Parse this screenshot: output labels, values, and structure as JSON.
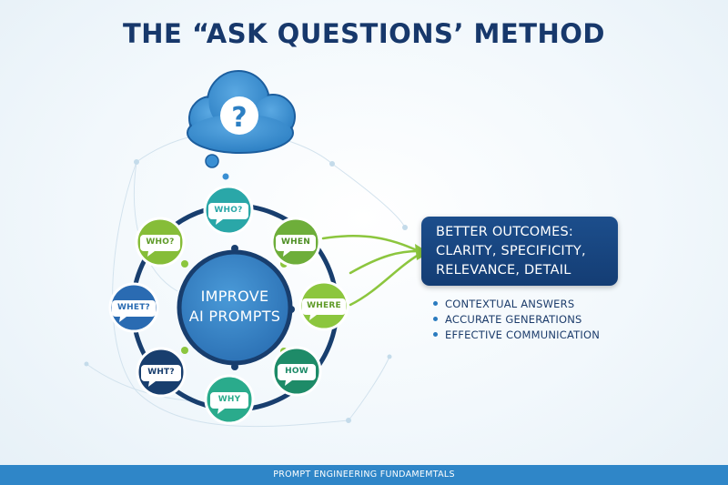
{
  "title": "THE “ASK QUESTIONS’ METHOD",
  "cloud_icon": "question-mark-icon",
  "cloud_symbol": "?",
  "hub": {
    "line1": "IMPROVE",
    "line2": "AI PROMPTS"
  },
  "questions": [
    {
      "id": "who-top",
      "label": "WHO?",
      "color": "#2aa7a8"
    },
    {
      "id": "when",
      "label": "WHEN",
      "color": "#6eae3a"
    },
    {
      "id": "where",
      "label": "WHERE",
      "color": "#8cc63e"
    },
    {
      "id": "how",
      "label": "HOW",
      "color": "#1e8b68"
    },
    {
      "id": "why",
      "label": "WHY",
      "color": "#2aab8c"
    },
    {
      "id": "wht",
      "label": "WHT?",
      "color": "#183e6e"
    },
    {
      "id": "whet",
      "label": "WHET?",
      "color": "#2a6bb2"
    },
    {
      "id": "who-left",
      "label": "WHO?",
      "color": "#86bd38"
    }
  ],
  "outcome": {
    "line1": "BETTER OUTCOMES:",
    "line2": "CLARITY, SPECIFICITY,",
    "line3": "RELEVANCE, DETAIL"
  },
  "benefits": [
    "CONTEXTUAL ANSWERS",
    "ACCURATE GENERATIONS",
    "EFFECTIVE COMMUNICATION"
  ],
  "footer": "PROMPT ENGINEERING FUNDAMEMTALS",
  "colors": {
    "title": "#17386b",
    "ring": "#183e6e",
    "hub": "#2f7fc2",
    "cloud": "#3a8fd3",
    "arrow": "#8cc63e",
    "outcome_box": "#1a4a86",
    "footer": "#2f86c8"
  }
}
